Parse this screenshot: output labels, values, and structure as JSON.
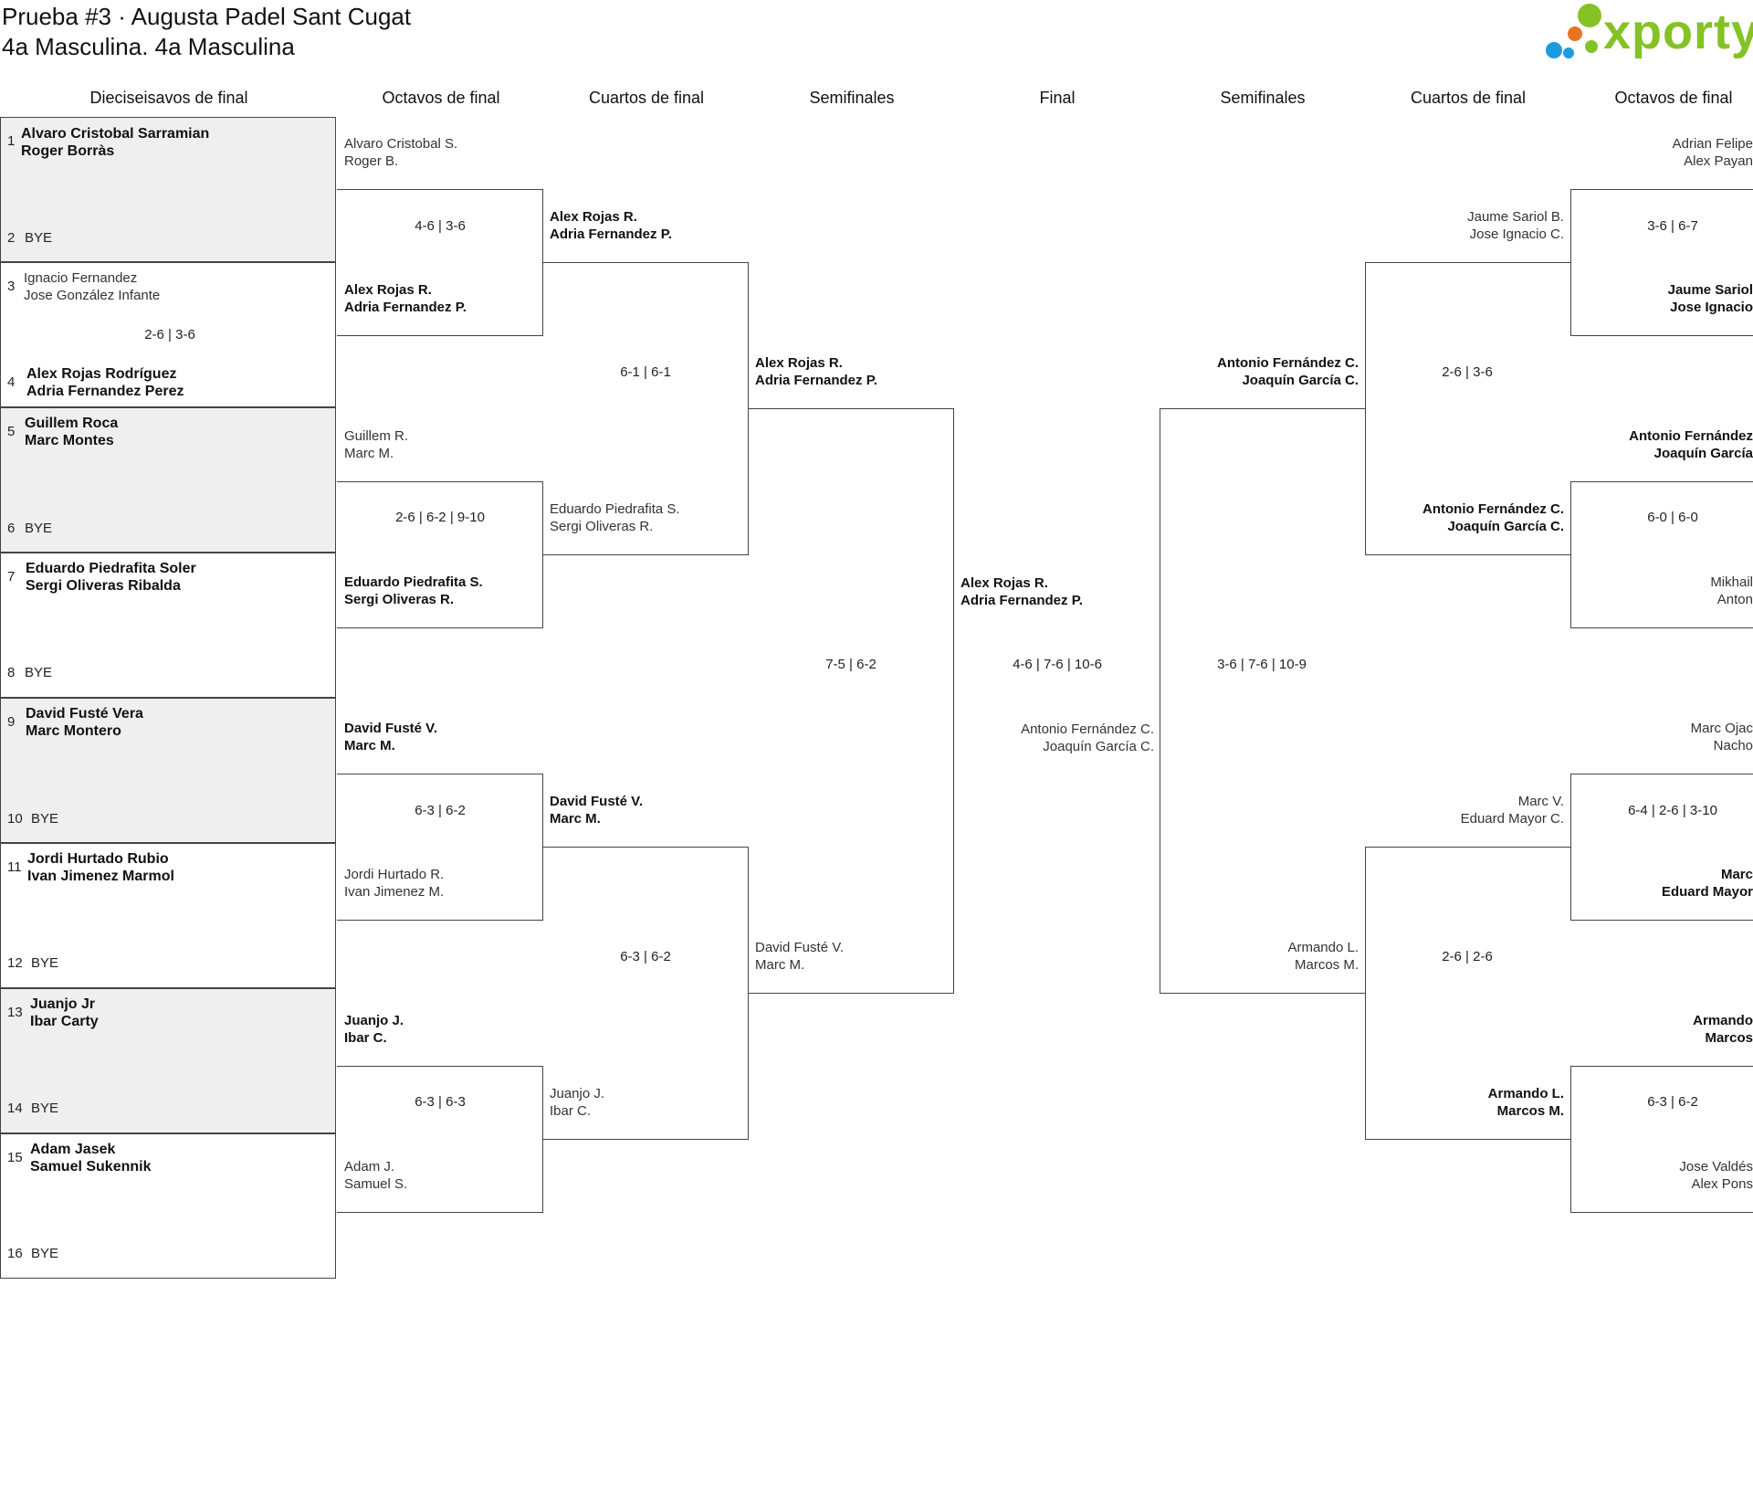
{
  "header": {
    "title_line1": "Prueba #3 · Augusta Padel Sant Cugat",
    "title_line2": "4a Masculina. 4a Masculina",
    "logo_text": "xporty",
    "logo_colors": [
      "#84c225",
      "#e8731f",
      "#1e9be0"
    ]
  },
  "rounds": {
    "r32": "Dieciseisavos de final",
    "r16_left": "Octavos de final",
    "qf_left": "Cuartos de final",
    "sf_left": "Semifinales",
    "final": "Final",
    "sf_right": "Semifinales",
    "qf_right": "Cuartos de final",
    "r16_right": "Octavos de final"
  },
  "draw": [
    {
      "seed_a": "1",
      "a1": "Alvaro Cristobal Sarramian",
      "a2": "Roger Borràs",
      "seed_b": "2",
      "b": "BYE"
    },
    {
      "seed_a": "3",
      "a1": "Ignacio Fernandez",
      "a2": "Jose González Infante",
      "score": "2-6 | 3-6",
      "seed_b": "4",
      "b1": "Alex Rojas Rodríguez",
      "b2": "Adria Fernandez Perez"
    },
    {
      "seed_a": "5",
      "a1": "Guillem Roca",
      "a2": "Marc Montes",
      "seed_b": "6",
      "b": "BYE"
    },
    {
      "seed_a": "7",
      "a1": "Eduardo Piedrafita Soler",
      "a2": "Sergi Oliveras Ribalda",
      "seed_b": "8",
      "b": "BYE"
    },
    {
      "seed_a": "9",
      "a1": "David Fusté Vera",
      "a2": "Marc Montero",
      "seed_b": "10",
      "b": "BYE"
    },
    {
      "seed_a": "11",
      "a1": "Jordi Hurtado Rubio",
      "a2": "Ivan Jimenez Marmol",
      "seed_b": "12",
      "b": "BYE"
    },
    {
      "seed_a": "13",
      "a1": "Juanjo Jr",
      "a2": "Ibar Carty",
      "seed_b": "14",
      "b": "BYE"
    },
    {
      "seed_a": "15",
      "a1": "Adam Jasek",
      "a2": "Samuel Sukennik",
      "seed_b": "16",
      "b": "BYE"
    }
  ],
  "r16_left": [
    {
      "t1": "Alvaro Cristobal S.",
      "t2": "Roger B.",
      "score": "4-6 | 3-6",
      "b1": "Alex Rojas R.",
      "b2": "Adria Fernandez P."
    },
    {
      "t1": "Guillem R.",
      "t2": "Marc M.",
      "score": "2-6 | 6-2 | 9-10",
      "b1": "Eduardo Piedrafita S.",
      "b2": "Sergi Oliveras R."
    },
    {
      "t1": "David Fusté V.",
      "t2": "Marc M.",
      "score": "6-3 | 6-2",
      "b1": "Jordi Hurtado R.",
      "b2": "Ivan Jimenez M."
    },
    {
      "t1": "Juanjo J.",
      "t2": "Ibar C.",
      "score": "6-3 | 6-3",
      "b1": "Adam J.",
      "b2": "Samuel S."
    }
  ],
  "qf_left": [
    {
      "t1": "Alex Rojas R.",
      "t2": "Adria Fernandez P.",
      "score": "6-1 | 6-1",
      "b1": "Eduardo Piedrafita S.",
      "b2": "Sergi Oliveras R."
    },
    {
      "t1": "David Fusté V.",
      "t2": "Marc M.",
      "score": "6-3 | 6-2",
      "b1": "Juanjo J.",
      "b2": "Ibar C."
    }
  ],
  "sf_left": {
    "t1": "Alex Rojas R.",
    "t2": "Adria Fernandez P.",
    "score": "7-5 | 6-2",
    "b1": "David Fusté V.",
    "b2": "Marc M."
  },
  "final": {
    "t1": "Alex Rojas R.",
    "t2": "Adria Fernandez P.",
    "score": "4-6 | 7-6 | 10-6",
    "b1": "Antonio Fernández C.",
    "b2": "Joaquín García C."
  },
  "sf_right": {
    "t1": "Antonio Fernández C.",
    "t2": "Joaquín García C.",
    "score": "3-6 | 7-6 | 10-9",
    "b1": "Armando L.",
    "b2": "Marcos M."
  },
  "qf_right": [
    {
      "t1": "Jaume Sariol B.",
      "t2": "Jose Ignacio C.",
      "score": "2-6 | 3-6",
      "b1": "Antonio Fernández C.",
      "b2": "Joaquín García C."
    },
    {
      "t1": "Marc V.",
      "t2": "Eduard Mayor C.",
      "score": "2-6 | 2-6",
      "b1": "Armando L.",
      "b2": "Marcos M."
    }
  ],
  "r16_right": [
    {
      "t1": "Adrian Felipe",
      "t2": "Alex Payan",
      "score": "3-6 | 6-7",
      "b1": "Jaume Sariol",
      "b2": "Jose Ignacio"
    },
    {
      "t1": "Antonio Fernández",
      "t2": "Joaquín García",
      "score": "6-0 | 6-0",
      "b1": "Mikhail",
      "b2": "Anton"
    },
    {
      "t1": "Marc Ojac",
      "t2": "Nacho",
      "score": "6-4 | 2-6 | 3-10",
      "b1": "Marc",
      "b2": "Eduard Mayor"
    },
    {
      "t1": "Armando",
      "t2": "Marcos",
      "score": "6-3 | 6-2",
      "b1": "Jose Valdés",
      "b2": "Alex Pons"
    }
  ]
}
